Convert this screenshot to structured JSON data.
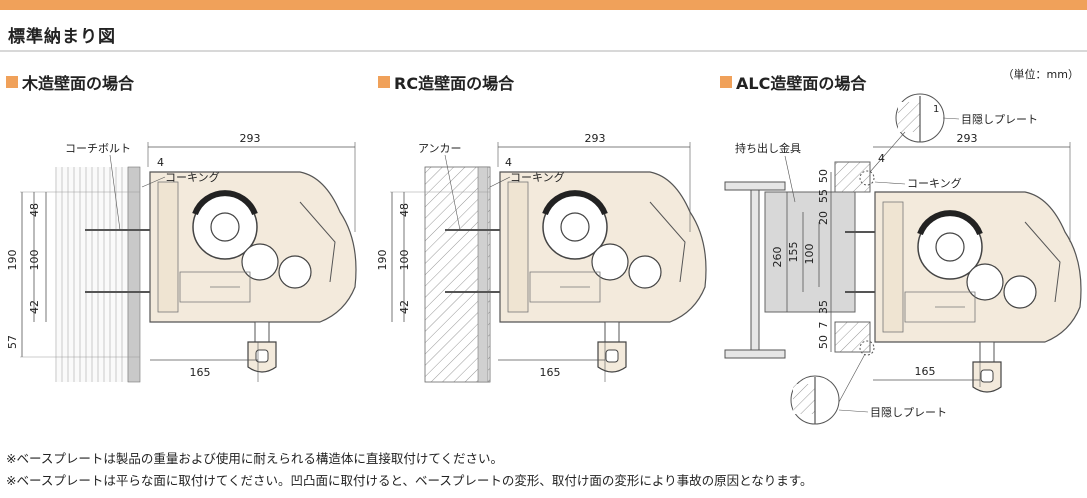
{
  "page_title": "標準納まり図",
  "unit": "（単位：mm）",
  "sections": {
    "wood": {
      "heading": "木造壁面の場合",
      "callouts": {
        "bolt": "コーチボルト",
        "caulk": "コーキング"
      },
      "dims": {
        "width": "293",
        "gap": "4",
        "bottom": "165",
        "v190": "190",
        "v100": "100",
        "v48": "48",
        "v42": "42",
        "v57": "57"
      }
    },
    "rc": {
      "heading": "RC造壁面の場合",
      "callouts": {
        "anchor": "アンカー",
        "caulk": "コーキング"
      },
      "dims": {
        "width": "293",
        "gap": "4",
        "bottom": "165",
        "v190": "190",
        "v100": "100",
        "v48": "48",
        "v42": "42"
      }
    },
    "alc": {
      "heading": "ALC造壁面の場合",
      "callouts": {
        "bracket": "持ち出し金具",
        "caulk": "コーキング",
        "cover_top": "目隠しプレート",
        "cover_bottom": "目隠しプレート",
        "detail_dim": "1"
      },
      "dims": {
        "width": "293",
        "gap": "4",
        "bottom": "165",
        "v260": "260",
        "v155": "155",
        "v100": "100",
        "v55": "55",
        "v50t": "50",
        "v20": "20",
        "v35": "35",
        "v7": "7",
        "v50b": "50"
      }
    }
  },
  "notes": [
    "※ベースプレートは製品の重量および使用に耐えられる構造体に直接取付けてください。",
    "※ベースプレートは平らな面に取付けてください。凹凸面に取付けると、ベースプレートの変形、取付け面の変形により事故の原因となります。"
  ],
  "colors": {
    "accent": "#f0a15a",
    "housing": "#f3eadc",
    "hatch": "#9a9a9a"
  }
}
